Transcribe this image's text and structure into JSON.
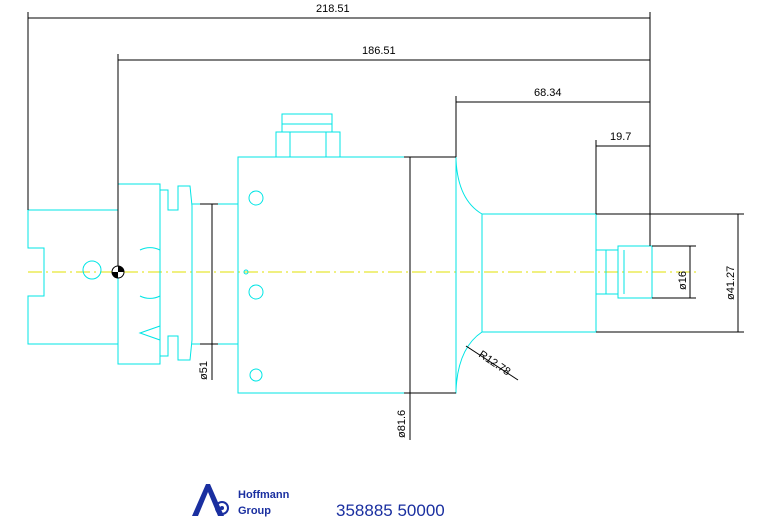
{
  "dimensions": {
    "overall_length": "218.51",
    "length_from_flange": "186.51",
    "extension_length": "68.34",
    "tip_length": "19.7",
    "flange_diameter": "ø51",
    "body_diameter": "ø81.6",
    "fillet_radius": "R12.78",
    "tip_diameter": "ø16",
    "shaft_diameter": "ø41.27"
  },
  "logo": {
    "line1": "Hoffmann",
    "line2": "Group"
  },
  "part_number": "358885 50000",
  "colors": {
    "outline": "#00e5e5",
    "dimension": "#000000",
    "centerline": "#e0e000",
    "brand": "#1a2fa0"
  }
}
